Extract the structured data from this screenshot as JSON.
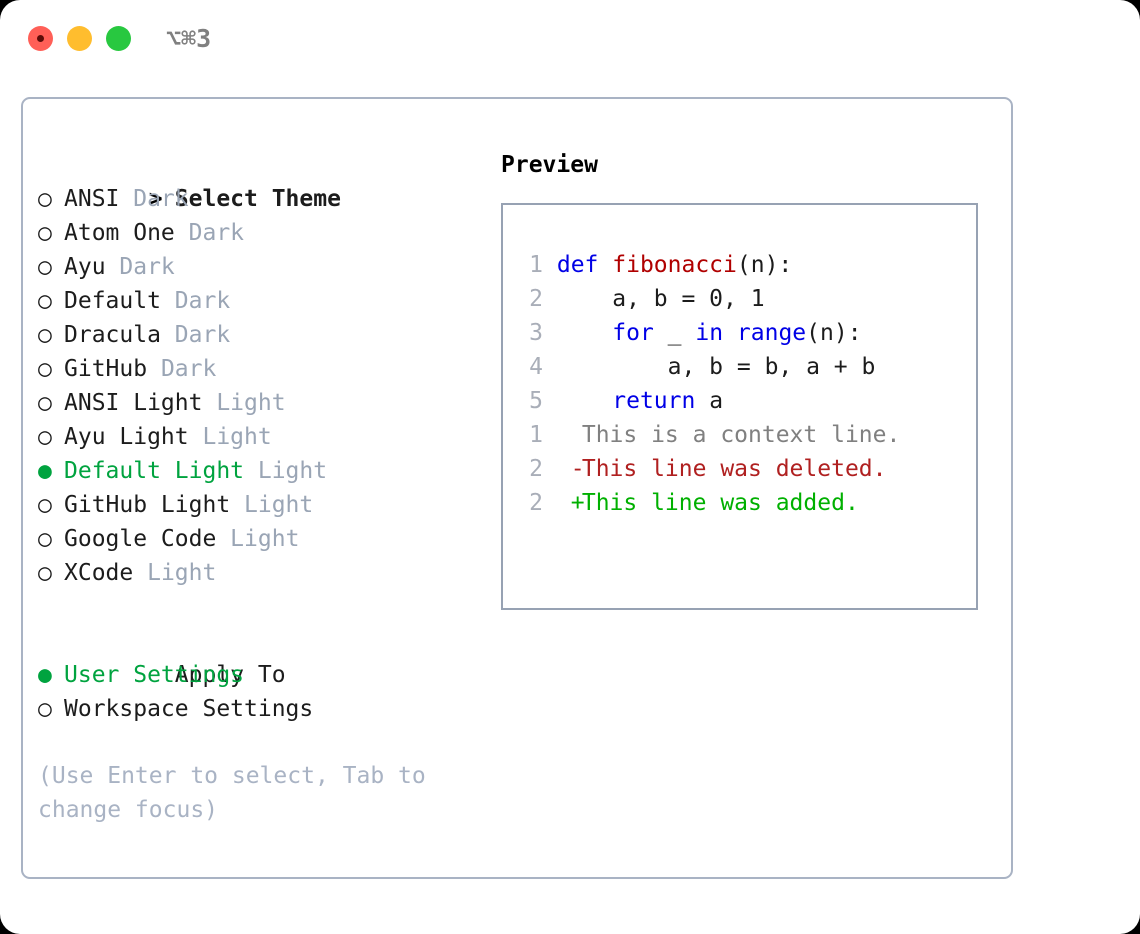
{
  "titlebar": {
    "shortcut": "⌥⌘3",
    "lights": [
      {
        "name": "close",
        "color": "#ff5f57"
      },
      {
        "name": "minimize",
        "color": "#ffbd2e"
      },
      {
        "name": "maximize",
        "color": "#28c840"
      }
    ]
  },
  "theme_panel": {
    "header_prefix": ">",
    "header": "Select Theme",
    "bullet_selected": "●",
    "bullet_unselected": "○",
    "items": [
      {
        "label": "ANSI",
        "tag": "Dark",
        "selected": false
      },
      {
        "label": "Atom One",
        "tag": "Dark",
        "selected": false
      },
      {
        "label": "Ayu",
        "tag": "Dark",
        "selected": false
      },
      {
        "label": "Default",
        "tag": "Dark",
        "selected": false
      },
      {
        "label": "Dracula",
        "tag": "Dark",
        "selected": false
      },
      {
        "label": "GitHub",
        "tag": "Dark",
        "selected": false
      },
      {
        "label": "ANSI Light",
        "tag": "Light",
        "selected": false
      },
      {
        "label": "Ayu Light",
        "tag": "Light",
        "selected": false
      },
      {
        "label": "Default Light",
        "tag": "Light",
        "selected": true
      },
      {
        "label": "GitHub Light",
        "tag": "Light",
        "selected": false
      },
      {
        "label": "Google Code",
        "tag": "Light",
        "selected": false
      },
      {
        "label": "XCode",
        "tag": "Light",
        "selected": false
      }
    ],
    "apply_to_header": "Apply To",
    "apply_to": [
      {
        "label": "User Settings",
        "selected": true
      },
      {
        "label": "Workspace Settings",
        "selected": false
      }
    ],
    "hint": "(Use Enter to select, Tab to change focus)"
  },
  "preview": {
    "title": "Preview",
    "code_lines": [
      {
        "no": "1",
        "tokens": [
          {
            "t": "def ",
            "c": "kw"
          },
          {
            "t": "fibonacci",
            "c": "fn"
          },
          {
            "t": "(n):",
            "c": "plain"
          }
        ]
      },
      {
        "no": "2",
        "tokens": [
          {
            "t": "    a, b = 0, 1",
            "c": "plain"
          }
        ]
      },
      {
        "no": "3",
        "tokens": [
          {
            "t": "    ",
            "c": "plain"
          },
          {
            "t": "for",
            "c": "kw"
          },
          {
            "t": " _ ",
            "c": "plain"
          },
          {
            "t": "in",
            "c": "kw"
          },
          {
            "t": " ",
            "c": "plain"
          },
          {
            "t": "range",
            "c": "kw"
          },
          {
            "t": "(n):",
            "c": "plain"
          }
        ]
      },
      {
        "no": "4",
        "tokens": [
          {
            "t": "        a, b = b, a + b",
            "c": "plain"
          }
        ]
      },
      {
        "no": "5",
        "tokens": [
          {
            "t": "    ",
            "c": "plain"
          },
          {
            "t": "return",
            "c": "kw"
          },
          {
            "t": " a",
            "c": "plain"
          }
        ]
      }
    ],
    "diff_lines": [
      {
        "no": "1",
        "marker": " ",
        "text": "This is a context line.",
        "kind": "ctx"
      },
      {
        "no": "2",
        "marker": "-",
        "text": "This line was deleted.",
        "kind": "del"
      },
      {
        "no": "2",
        "marker": "+",
        "text": "This line was added.",
        "kind": "add"
      }
    ]
  },
  "colors": {
    "accent_green": "#00a33f",
    "tag_gray": "#9aa5b5",
    "border": "#a9b3c4",
    "diff_add": "#00b000",
    "diff_del": "#b02020",
    "diff_ctx": "#808080",
    "keyword_blue": "#0000e6",
    "function_red": "#b00000"
  }
}
